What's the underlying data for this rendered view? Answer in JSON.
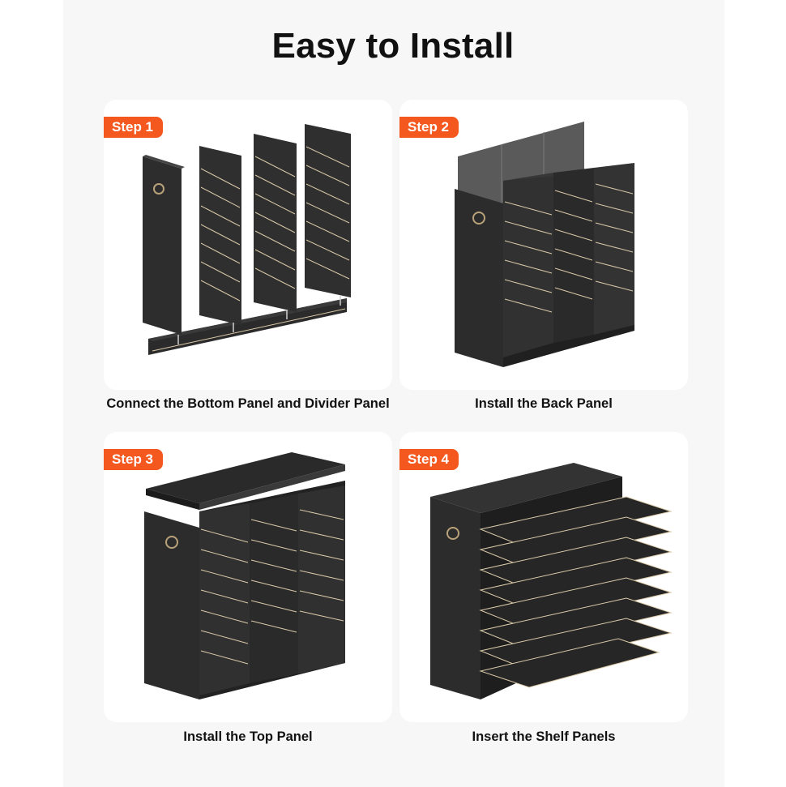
{
  "title": "Easy to Install",
  "colors": {
    "accent": "#f4581f",
    "panel": "#2b2b2b",
    "edge": "#d9c9a8"
  },
  "steps": [
    {
      "badge": "Step 1",
      "caption": "Connect the Bottom Panel and Divider Panel"
    },
    {
      "badge": "Step 2",
      "caption": "Install the Back Panel"
    },
    {
      "badge": "Step 3",
      "caption": "Install the Top Panel"
    },
    {
      "badge": "Step 4",
      "caption": "Insert the Shelf Panels"
    }
  ]
}
